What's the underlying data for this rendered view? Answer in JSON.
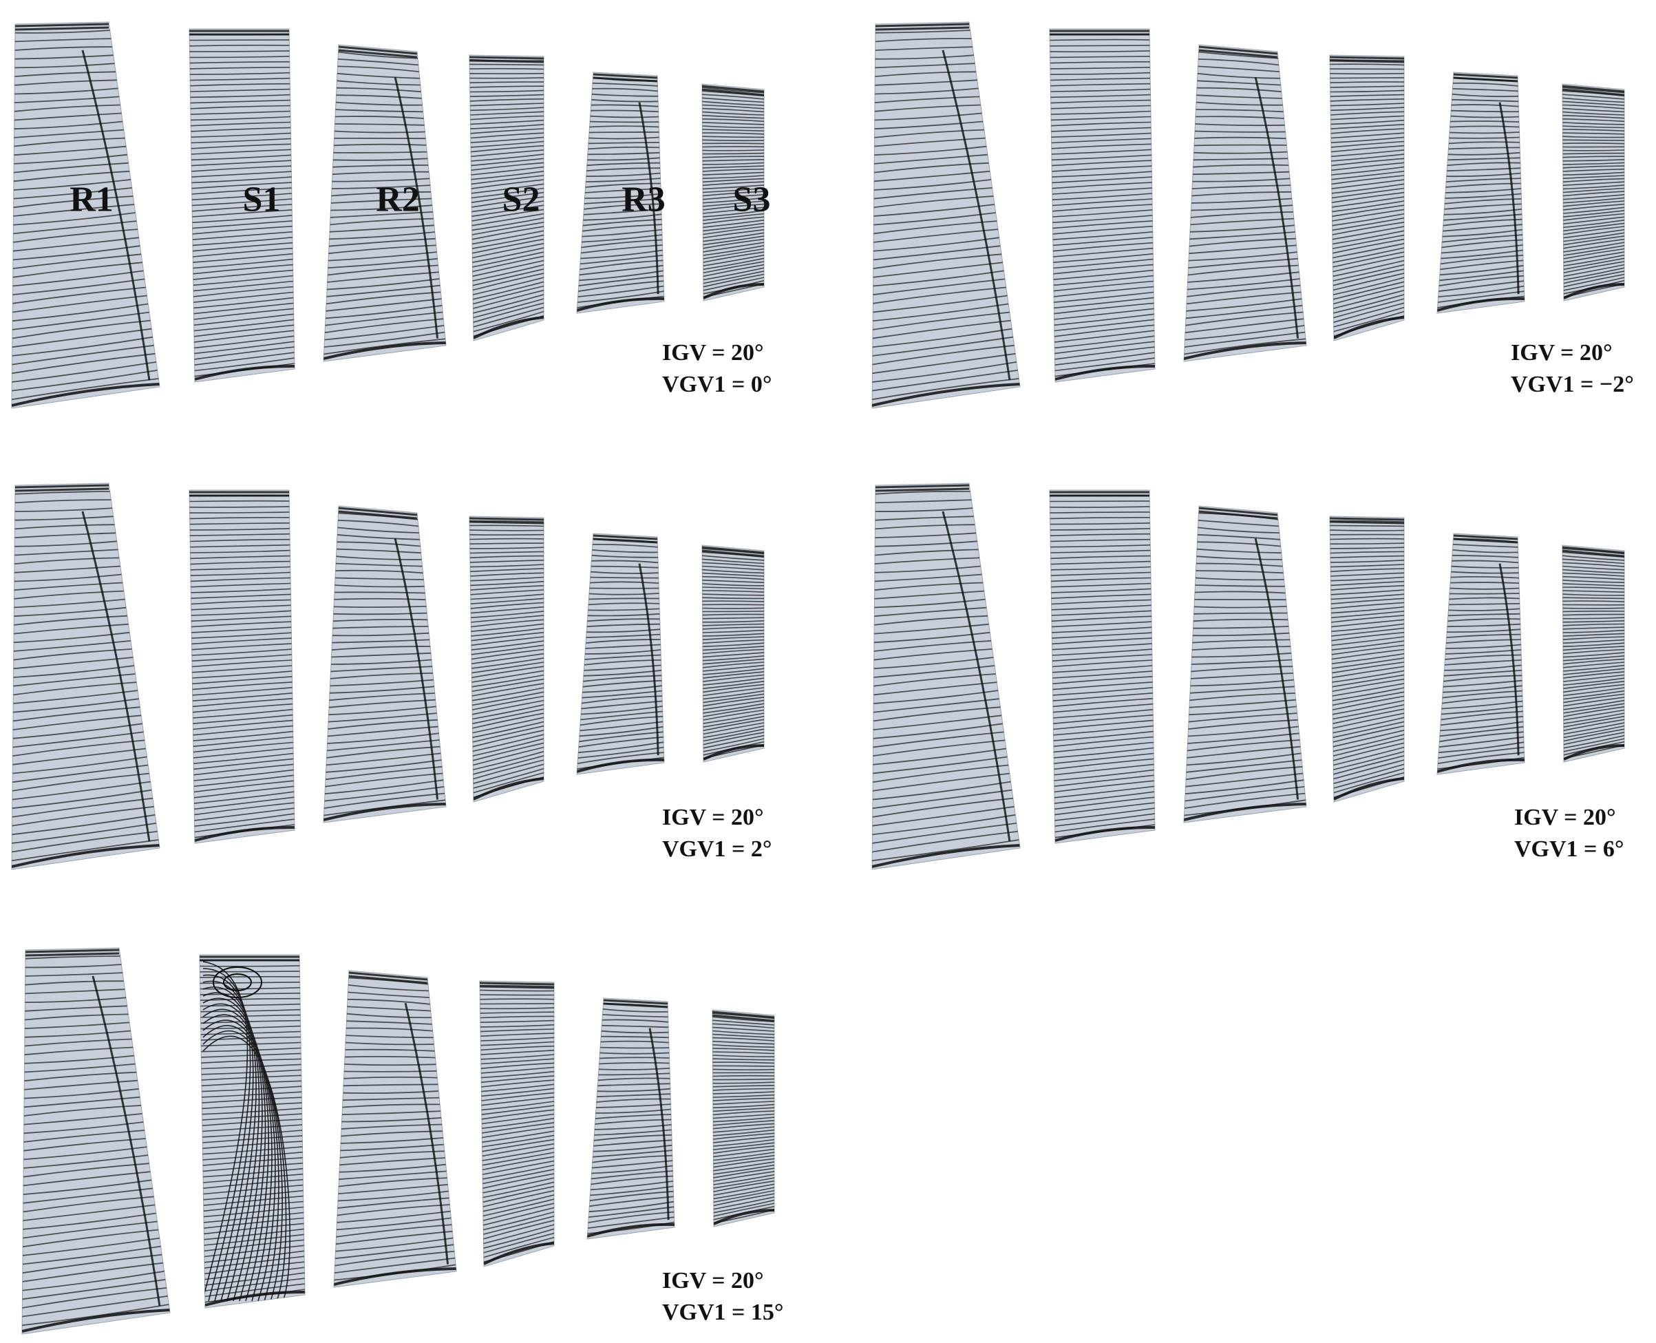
{
  "blade_labels": [
    "R1",
    "S1",
    "R2",
    "S2",
    "R3",
    "S3"
  ],
  "panels": [
    {
      "igv": "IGV = 20°",
      "vgv1": "VGV1 = 0°"
    },
    {
      "igv": "IGV = 20°",
      "vgv1": "VGV1 = −2°"
    },
    {
      "igv": "IGV = 20°",
      "vgv1": "VGV1 = 2°"
    },
    {
      "igv": "IGV = 20°",
      "vgv1": "VGV1 = 6°"
    },
    {
      "igv": "IGV = 20°",
      "vgv1": "VGV1 = 15°"
    }
  ],
  "colors": {
    "blade_fill": "#c7d0da",
    "streamline": "#1a1a1a",
    "dense_edge": "#0d0d0d",
    "background": "#ffffff"
  }
}
